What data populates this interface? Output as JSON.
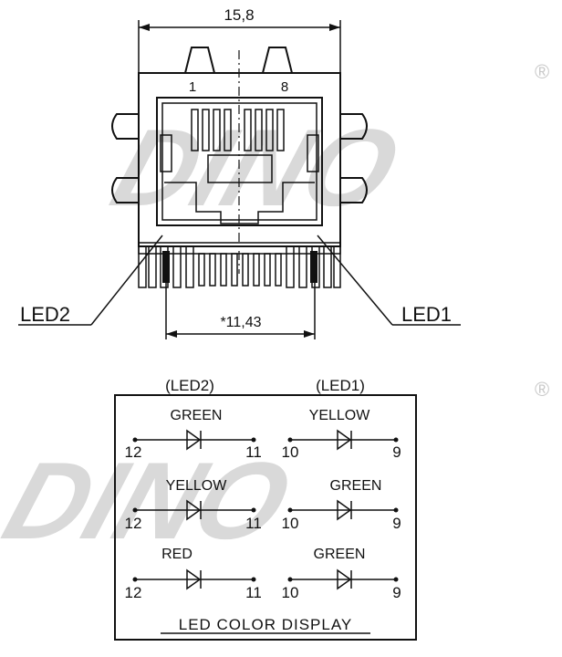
{
  "top_view": {
    "width_dim": "15,8",
    "pin_first": "1",
    "pin_last": "8",
    "led_left": "LED2",
    "led_right": "LED1",
    "led_spacing_dim": "*11,43"
  },
  "watermark": {
    "text": "DINO",
    "registered": "®",
    "color": "#d9d9d9"
  },
  "led_table": {
    "left_heading": "(LED2)",
    "right_heading": "(LED1)",
    "left_column": [
      {
        "color": "GREEN",
        "anode_pin": "12",
        "cathode_pin": "11"
      },
      {
        "color": "YELLOW",
        "anode_pin": "12",
        "cathode_pin": "11"
      },
      {
        "color": "RED",
        "anode_pin": "12",
        "cathode_pin": "11"
      }
    ],
    "right_column": [
      {
        "color": "YELLOW",
        "anode_pin": "10",
        "cathode_pin": "9"
      },
      {
        "color": "GREEN",
        "anode_pin": "10",
        "cathode_pin": "9"
      },
      {
        "color": "GREEN",
        "anode_pin": "10",
        "cathode_pin": "9"
      }
    ],
    "caption": "LED COLOR DISPLAY"
  }
}
